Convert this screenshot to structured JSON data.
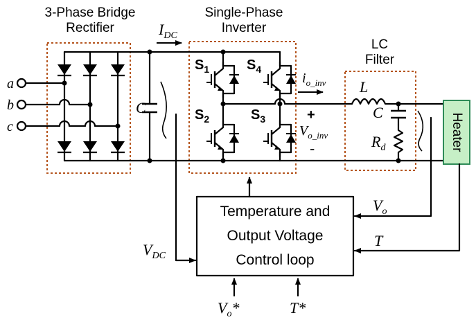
{
  "blocks": {
    "rectifier": {
      "line1": "3-Phase Bridge",
      "line2": "Rectifier"
    },
    "inverter": {
      "line1": "Single-Phase",
      "line2": "Inverter"
    },
    "filter": {
      "line1": "LC",
      "line2": "Filter"
    },
    "heater": "Heater",
    "control": {
      "line1": "Temperature and",
      "line2": "Output Voltage",
      "line3": "Control loop"
    }
  },
  "phases": [
    "a",
    "b",
    "c"
  ],
  "switches": {
    "s1": {
      "base": "S",
      "sub": "1"
    },
    "s2": {
      "base": "S",
      "sub": "2"
    },
    "s3": {
      "base": "S",
      "sub": "3"
    },
    "s4": {
      "base": "S",
      "sub": "4"
    }
  },
  "signals": {
    "idc": {
      "base": "I",
      "sub": "DC"
    },
    "io_inv": {
      "base": "i",
      "sub": "o_inv"
    },
    "vo_inv": {
      "base": "V",
      "sub": "o_inv"
    },
    "plus": "+",
    "minus": "-",
    "vdc": {
      "base": "V",
      "sub": "DC"
    },
    "vo": {
      "base": "V",
      "sub": "o"
    },
    "t": "T",
    "vo_ref": {
      "base": "V",
      "sub": "o",
      "star": "*"
    },
    "t_ref": "T*"
  },
  "components": {
    "capacitor_dc": "C",
    "inductor": "L",
    "capacitor_f": "C",
    "resistor": {
      "base": "R",
      "sub": "d"
    }
  },
  "colors": {
    "dashed_box": "#b5551e",
    "heater_fill": "#c6efc6",
    "heater_stroke": "#2e8b57",
    "wire": "#000000"
  }
}
